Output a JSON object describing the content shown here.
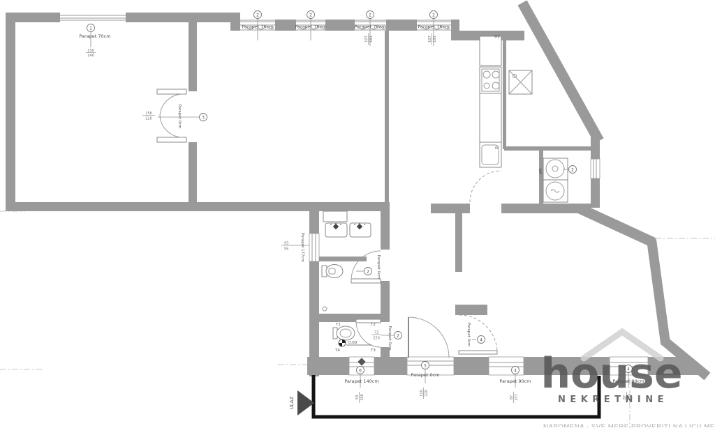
{
  "colors": {
    "wall": "#9a9a9a",
    "line": "#8a8a8a",
    "terrace_outline": "#141414",
    "entrance_arrow": "#4a4a4a",
    "watermark": "#d2d2d2",
    "reference_dash": "#c3c3c3"
  },
  "annotations": {
    "win_top_left": {
      "marker": "1",
      "label": "Parapet 70cm",
      "dim_w": "150",
      "dim_h": "140"
    },
    "win_front1": {
      "marker": "2",
      "label": "Parapet 76cm"
    },
    "win_front2": {
      "marker": "2",
      "label": "Parapet 76cm"
    },
    "win_front3": {
      "marker": "2",
      "label": "Parapet 76cm",
      "dim_w": "107",
      "dim_h": "191"
    },
    "win_front4": {
      "marker": "2",
      "label": "Parapet 76cm",
      "dim_w": "107",
      "dim_h": "191"
    },
    "door_double": {
      "marker": "3",
      "label": "Parapet 0cm",
      "dim_w": "156",
      "dim_h": "220"
    },
    "win_bath_left": {
      "label": "Parapet 177cm",
      "dim_w": "93",
      "dim_h": "55"
    },
    "door_bath": {
      "marker": "2",
      "label": "Parapet 0cm"
    },
    "door_wc": {
      "marker": "2",
      "label": "Parapet 0cm",
      "dim_w": "73",
      "dim_h": "220"
    },
    "door_room": {
      "marker": "4",
      "label": "Parapet 0cm"
    },
    "door_entrance": {
      "marker": "5",
      "label": "Parapet 0cm",
      "dim_w": "110",
      "dim_h": "220"
    },
    "win_bath_bottom": {
      "marker": "6",
      "label": "Parapet 140cm",
      "dim_w": "59",
      "dim_h": "100"
    },
    "win_room1": {
      "marker": "4",
      "label": "Parapet 90cm",
      "dim_w": "87",
      "dim_h": "157"
    },
    "win_room2": {
      "marker": "4",
      "label": "Parapet 90cm",
      "dim_w": "87",
      "dim_h": "157"
    },
    "win_laundry": {
      "marker": "2"
    }
  },
  "fixture_labels": {
    "kitchen_counter": "D2",
    "washing_machine": "VM"
  },
  "wc_labels": {
    "t1": "T1",
    "t2": "T2",
    "t3": "T3",
    "t4": "T4",
    "level": "0.00"
  },
  "entrance": {
    "label": "ULAZ"
  },
  "logo": {
    "word": "house",
    "subtitle": "NEKRETNINE"
  },
  "footer": {
    "clipped_text": "NAPOMENA - SVE MERE PROVERITI NA LICU MESTA"
  }
}
